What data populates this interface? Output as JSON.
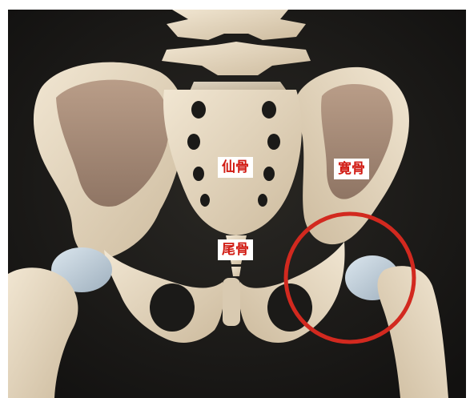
{
  "labels": {
    "sacrum": "仙骨",
    "ilium": "寛骨",
    "coccyx": "尾骨"
  },
  "colors": {
    "background": "#1b1a18",
    "bone": "#e8dcc6",
    "label_text": "#d11a12",
    "highlight_circle": "#d2291f"
  },
  "annotation": {
    "highlight": "red-circle-around-hip-joint"
  }
}
